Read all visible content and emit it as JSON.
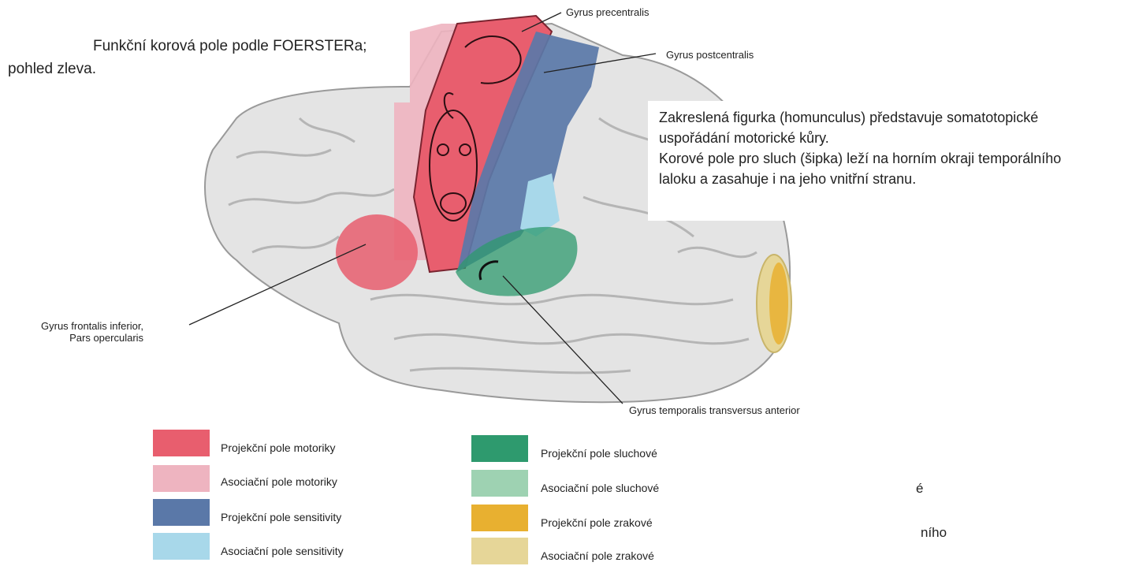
{
  "title": {
    "line1": "Funkční korová pole podle FOERSTERa;",
    "line2": "pohled zleva."
  },
  "note": {
    "lines": [
      "Zakreslená figurka (homunculus) představuje somatotopické",
      "uspořádání motorické kůry.",
      "Korové pole pro sluch (šipka) leží na horním okraji temporálního",
      "laloku a zasahuje i na jeho vnitřní stranu."
    ]
  },
  "labels": {
    "precentralis": "Gyrus precentralis",
    "postcentralis": "Gyrus postcentralis",
    "frontalis_line1": "Gyrus frontalis inferior,",
    "frontalis_line2": "Pars opercularis",
    "temporalis": "Gyrus temporalis transversus anterior"
  },
  "legend": [
    {
      "label": "Projekční pole motoriky",
      "color": "#e85e6e"
    },
    {
      "label": "Asociační pole motoriky",
      "color": "#eeb4c0"
    },
    {
      "label": "Projekční pole sensitivity",
      "color": "#5a78a8"
    },
    {
      "label": "Asociační pole sensitivity",
      "color": "#a8d8ea"
    },
    {
      "label": "Projekční pole sluchové",
      "color": "#2e9a6e"
    },
    {
      "label": "Asociační pole sluchové",
      "color": "#9ed2b2"
    },
    {
      "label": "Projekční pole zrakové",
      "color": "#e8b030"
    },
    {
      "label": "Asociační pole zrakové",
      "color": "#e6d698"
    }
  ],
  "fragments": {
    "f1": "é",
    "f2": "ního"
  }
}
